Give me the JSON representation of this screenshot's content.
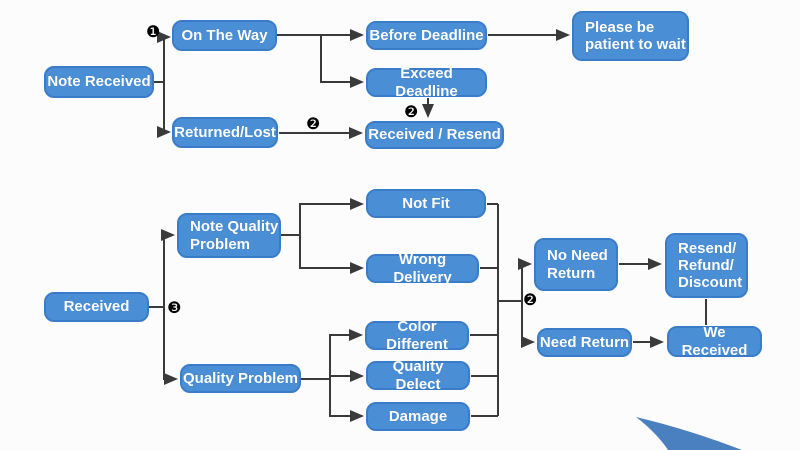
{
  "diagram": {
    "colors": {
      "background": "#fcfcfc",
      "node_fill": "#4a8fd6",
      "node_border": "#3a7cc9",
      "node_text": "#ffffff",
      "line": "#3a3a3a",
      "marker": "#000000",
      "swoosh": "#4a7fc0"
    },
    "nodes": {
      "note_received": "Note Received",
      "on_the_way": "On The Way",
      "returned_lost": "Returned/Lost",
      "before_deadline": "Before Deadline",
      "exceed_deadline": "Exceed Deadline",
      "please_wait": "Please be\npatient to wait",
      "received_resend": "Received / Resend",
      "received": "Received",
      "note_quality_problem": "Note Quality\nProblem",
      "quality_problem": "Quality Problem",
      "not_fit": "Not Fit",
      "wrong_delivery": "Wrong Delivery",
      "color_different": "Color Different",
      "quality_delect": "Quality Delect",
      "damage": "Damage",
      "no_need_return": "No Need\nReturn",
      "need_return": "Need Return",
      "resend_refund_discount": "Resend/\nRefund/\nDiscount",
      "we_received": "We Received"
    },
    "markers": {
      "one": "❶",
      "two": "❷",
      "three": "❸"
    }
  }
}
